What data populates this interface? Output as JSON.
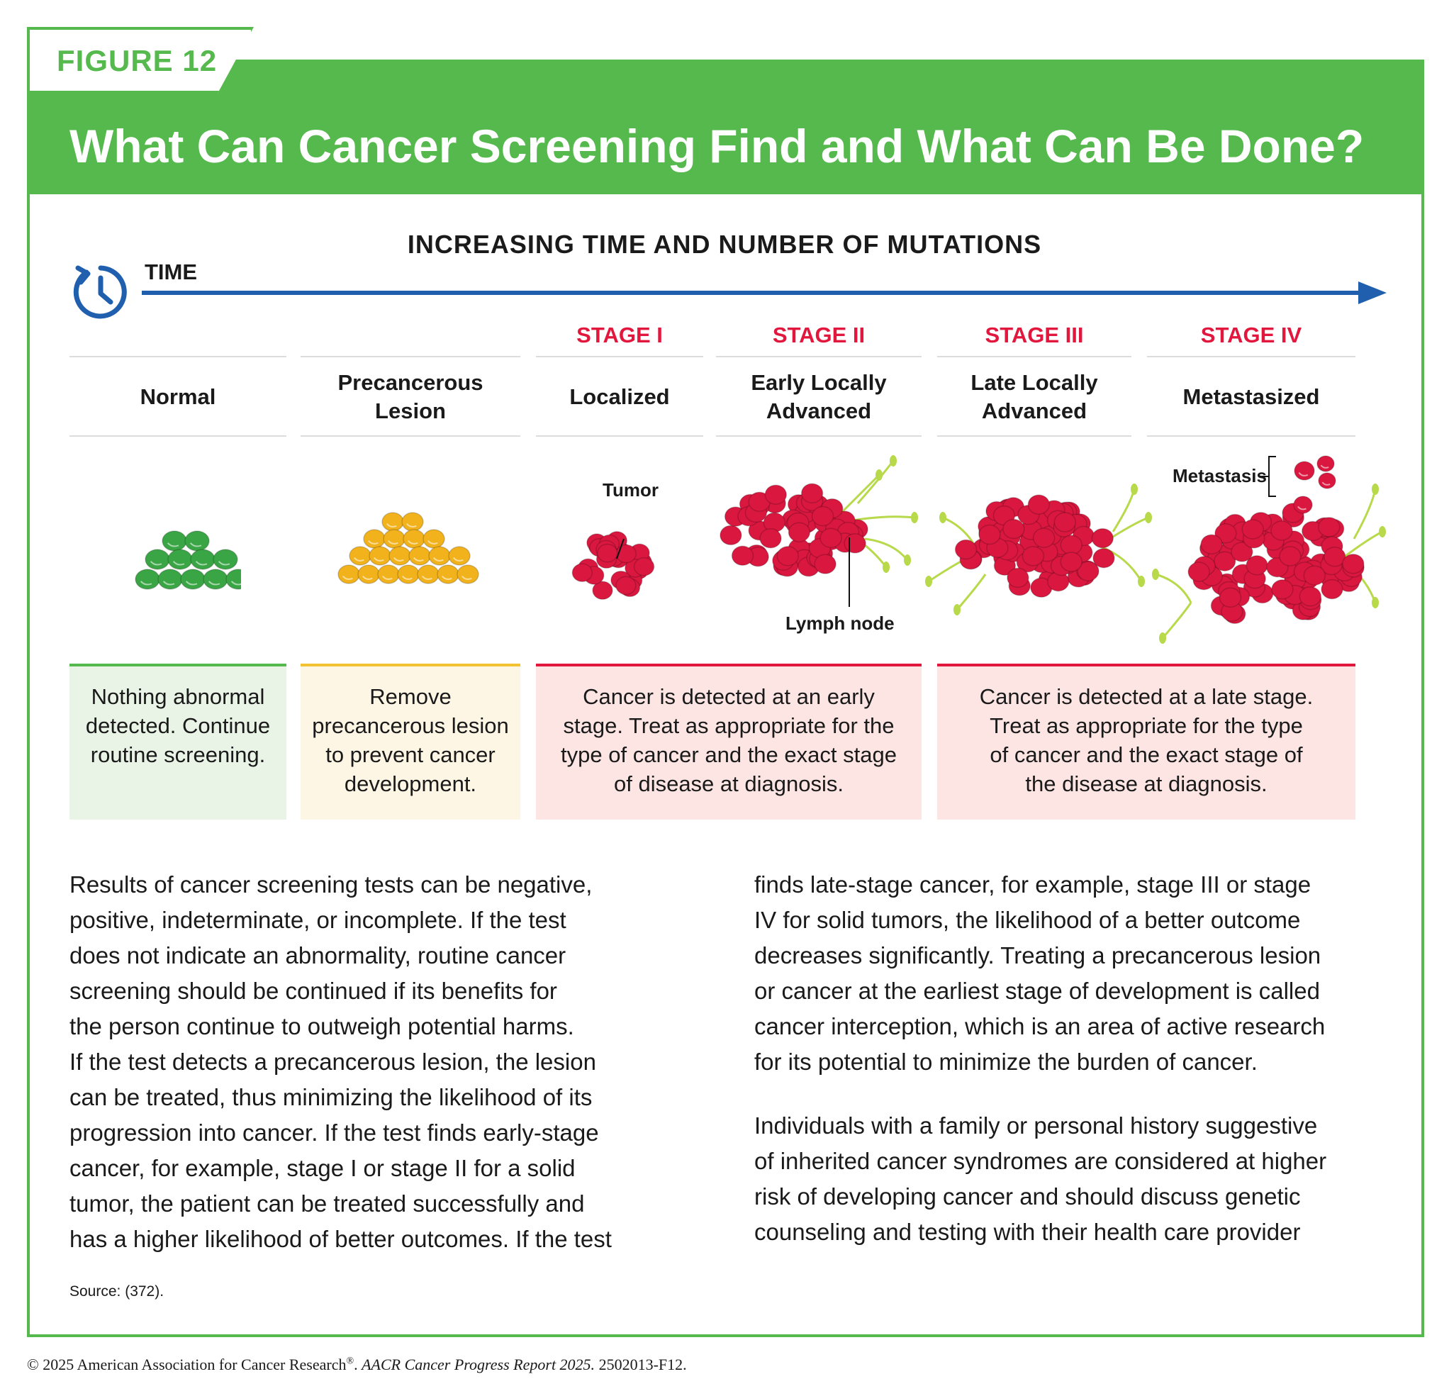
{
  "figure_label": "FIGURE 12",
  "title": "What Can Cancer Screening Find and What Can Be Done?",
  "axis_title": "INCREASING TIME AND NUMBER OF MUTATIONS",
  "time_label": "TIME",
  "colors": {
    "brand_green": "#55b94d",
    "axis_blue": "#1f5fad",
    "stage_red": "#e2173d",
    "normal_green": "#3aa544",
    "lesion_yellow": "#f2b21b",
    "tumor_red": "#d9173f",
    "lymph_green": "#b7d94a"
  },
  "columns": [
    {
      "stage": "",
      "name_lines": [
        "Normal"
      ],
      "box_lines": [
        "Nothing abnormal",
        "detected. Continue",
        "routine screening."
      ]
    },
    {
      "stage": "",
      "name_lines": [
        "Precancerous",
        "Lesion"
      ],
      "box_lines": [
        "Remove",
        "precancerous lesion",
        "to prevent cancer",
        "development."
      ]
    },
    {
      "stage": "STAGE I",
      "name_lines": [
        "Localized"
      ]
    },
    {
      "stage": "STAGE II",
      "name_lines": [
        "Early Locally",
        "Advanced"
      ]
    },
    {
      "stage": "STAGE III",
      "name_lines": [
        "Late Locally",
        "Advanced"
      ]
    },
    {
      "stage": "STAGE IV",
      "name_lines": [
        "Metastasized"
      ]
    }
  ],
  "early_box_lines": [
    "Cancer is detected at an early",
    "stage. Treat as appropriate for the",
    "type of cancer and the exact stage",
    "of disease at diagnosis."
  ],
  "late_box_lines": [
    "Cancer is detected at a late stage.",
    "Treat as appropriate for the type",
    "of cancer and the exact stage of",
    "the disease at diagnosis."
  ],
  "callouts": {
    "tumor": "Tumor",
    "lymph_node": "Lymph node",
    "metastasis": "Metastasis"
  },
  "body_left_lines": [
    "Results of cancer screening tests can be negative,",
    "positive, indeterminate, or incomplete. If the test",
    "does not indicate an abnormality, routine cancer",
    "screening should be continued if its benefits for",
    "the person continue to outweigh potential harms.",
    "If the test detects a precancerous lesion, the lesion",
    "can be treated, thus minimizing the likelihood of its",
    "progression into cancer. If the test finds early-stage",
    "cancer, for example, stage I or stage II for a solid",
    "tumor, the patient can be treated successfully and",
    "has a higher likelihood of better outcomes. If the test"
  ],
  "body_right_p1_lines": [
    "finds late-stage cancer, for example, stage III or stage",
    "IV for solid tumors, the likelihood of a better outcome",
    "decreases significantly. Treating a precancerous lesion",
    "or cancer at the earliest stage of development is called",
    "cancer interception, which is an area of active research",
    "for its potential to minimize the burden of cancer."
  ],
  "body_right_p2_lines": [
    "Individuals with a family or personal history suggestive",
    "of inherited cancer syndromes are considered at higher",
    "risk of developing cancer and should discuss genetic",
    "counseling and testing with their health care provider"
  ],
  "source": "Source: (372).",
  "copyright_prefix": "© 2025 American Association for Cancer Research",
  "copyright_reg": "®",
  "copyright_report": "AACR Cancer Progress Report 2025.",
  "copyright_code": "2502013-F12."
}
